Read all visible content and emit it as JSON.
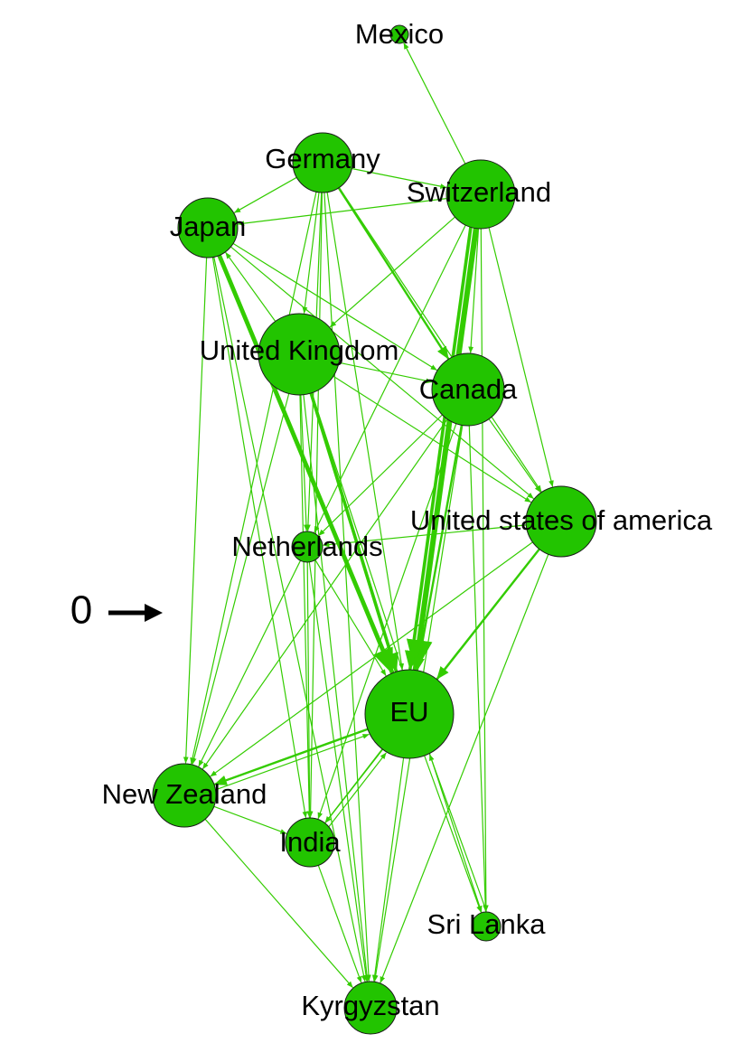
{
  "colors": {
    "node_fill": "#22c400",
    "node_stroke": "#1a1a1a",
    "edge": "#33cc00",
    "legend": "#000000"
  },
  "legend": {
    "value": "0",
    "icon": "arrow-right-icon"
  },
  "nodes": [
    {
      "id": "mexico",
      "label": "Mexico"
    },
    {
      "id": "germany",
      "label": "Germany"
    },
    {
      "id": "switzerland",
      "label": "Switzerland"
    },
    {
      "id": "japan",
      "label": "Japan"
    },
    {
      "id": "uk",
      "label": "United Kingdom"
    },
    {
      "id": "canada",
      "label": "Canada"
    },
    {
      "id": "usa",
      "label": "United states of america"
    },
    {
      "id": "netherlands",
      "label": "Netherlands"
    },
    {
      "id": "eu",
      "label": "EU"
    },
    {
      "id": "nz",
      "label": "New Zealand"
    },
    {
      "id": "india",
      "label": "India"
    },
    {
      "id": "srilanka",
      "label": "Sri Lanka"
    },
    {
      "id": "kyrgyzstan",
      "label": "Kyrgyzstan"
    }
  ],
  "edges": [
    {
      "from": "switzerland",
      "to": "mexico",
      "weight": 1
    },
    {
      "from": "germany",
      "to": "switzerland",
      "weight": 1
    },
    {
      "from": "germany",
      "to": "japan",
      "weight": 1
    },
    {
      "from": "switzerland",
      "to": "japan",
      "weight": 1
    },
    {
      "from": "germany",
      "to": "uk",
      "weight": 1
    },
    {
      "from": "germany",
      "to": "canada",
      "weight": 2
    },
    {
      "from": "germany",
      "to": "netherlands",
      "weight": 1
    },
    {
      "from": "germany",
      "to": "eu",
      "weight": 1
    },
    {
      "from": "germany",
      "to": "india",
      "weight": 1
    },
    {
      "from": "germany",
      "to": "kyrgyzstan",
      "weight": 1
    },
    {
      "from": "germany",
      "to": "nz",
      "weight": 1
    },
    {
      "from": "germany",
      "to": "usa",
      "weight": 1
    },
    {
      "from": "switzerland",
      "to": "eu",
      "weight": 5
    },
    {
      "from": "switzerland",
      "to": "eu",
      "weight": 3
    },
    {
      "from": "switzerland",
      "to": "canada",
      "weight": 1
    },
    {
      "from": "switzerland",
      "to": "usa",
      "weight": 1
    },
    {
      "from": "switzerland",
      "to": "uk",
      "weight": 1
    },
    {
      "from": "switzerland",
      "to": "netherlands",
      "weight": 1
    },
    {
      "from": "switzerland",
      "to": "srilanka",
      "weight": 1
    },
    {
      "from": "japan",
      "to": "eu",
      "weight": 4
    },
    {
      "from": "japan",
      "to": "canada",
      "weight": 1
    },
    {
      "from": "japan",
      "to": "usa",
      "weight": 1
    },
    {
      "from": "japan",
      "to": "nz",
      "weight": 1
    },
    {
      "from": "japan",
      "to": "india",
      "weight": 1
    },
    {
      "from": "japan",
      "to": "kyrgyzstan",
      "weight": 1
    },
    {
      "from": "uk",
      "to": "japan",
      "weight": 1
    },
    {
      "from": "uk",
      "to": "eu",
      "weight": 3
    },
    {
      "from": "uk",
      "to": "canada",
      "weight": 1
    },
    {
      "from": "uk",
      "to": "usa",
      "weight": 1
    },
    {
      "from": "uk",
      "to": "netherlands",
      "weight": 1
    },
    {
      "from": "uk",
      "to": "nz",
      "weight": 1
    },
    {
      "from": "uk",
      "to": "india",
      "weight": 1
    },
    {
      "from": "uk",
      "to": "kyrgyzstan",
      "weight": 1
    },
    {
      "from": "uk",
      "to": "srilanka",
      "weight": 1
    },
    {
      "from": "canada",
      "to": "eu",
      "weight": 2
    },
    {
      "from": "canada",
      "to": "usa",
      "weight": 1
    },
    {
      "from": "canada",
      "to": "netherlands",
      "weight": 1
    },
    {
      "from": "canada",
      "to": "nz",
      "weight": 1
    },
    {
      "from": "canada",
      "to": "india",
      "weight": 1
    },
    {
      "from": "canada",
      "to": "kyrgyzstan",
      "weight": 1
    },
    {
      "from": "usa",
      "to": "eu",
      "weight": 2
    },
    {
      "from": "usa",
      "to": "nz",
      "weight": 1
    },
    {
      "from": "usa",
      "to": "india",
      "weight": 1
    },
    {
      "from": "usa",
      "to": "kyrgyzstan",
      "weight": 1
    },
    {
      "from": "usa",
      "to": "netherlands",
      "weight": 1
    },
    {
      "from": "netherlands",
      "to": "eu",
      "weight": 1
    },
    {
      "from": "netherlands",
      "to": "nz",
      "weight": 1
    },
    {
      "from": "netherlands",
      "to": "india",
      "weight": 1
    },
    {
      "from": "netherlands",
      "to": "kyrgyzstan",
      "weight": 1
    },
    {
      "from": "eu",
      "to": "nz",
      "weight": 2
    },
    {
      "from": "nz",
      "to": "eu",
      "weight": 1
    },
    {
      "from": "eu",
      "to": "srilanka",
      "weight": 1
    },
    {
      "from": "eu",
      "to": "kyrgyzstan",
      "weight": 1
    },
    {
      "from": "eu",
      "to": "india",
      "weight": 1
    },
    {
      "from": "india",
      "to": "eu",
      "weight": 1
    },
    {
      "from": "nz",
      "to": "india",
      "weight": 1
    },
    {
      "from": "nz",
      "to": "kyrgyzstan",
      "weight": 1
    },
    {
      "from": "india",
      "to": "kyrgyzstan",
      "weight": 1
    },
    {
      "from": "srilanka",
      "to": "eu",
      "weight": 1
    },
    {
      "from": "canada",
      "to": "srilanka",
      "weight": 1
    }
  ]
}
